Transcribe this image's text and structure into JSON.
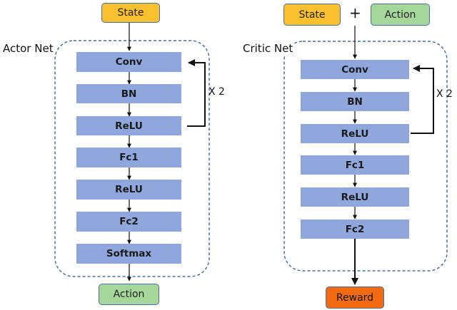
{
  "actor": {
    "net_label": "Actor Net",
    "input": "State",
    "layers": [
      "Conv",
      "BN",
      "ReLU",
      "Fc1",
      "ReLU",
      "Fc2",
      "Softmax"
    ],
    "repeat": "X 2",
    "output": "Action"
  },
  "critic": {
    "net_label": "Critic Net",
    "input_state": "State",
    "plus": "+",
    "input_action": "Action",
    "layers": [
      "Conv",
      "BN",
      "ReLU",
      "Fc1",
      "ReLU",
      "Fc2"
    ],
    "repeat": "X 2",
    "output": "Reward"
  },
  "colors": {
    "layer_fill": "#8fa7dc",
    "state_fill": "#fbc02d",
    "action_fill": "#a5d69a",
    "reward_fill": "#f36b10",
    "dashed_border": "#4a6fa5"
  }
}
